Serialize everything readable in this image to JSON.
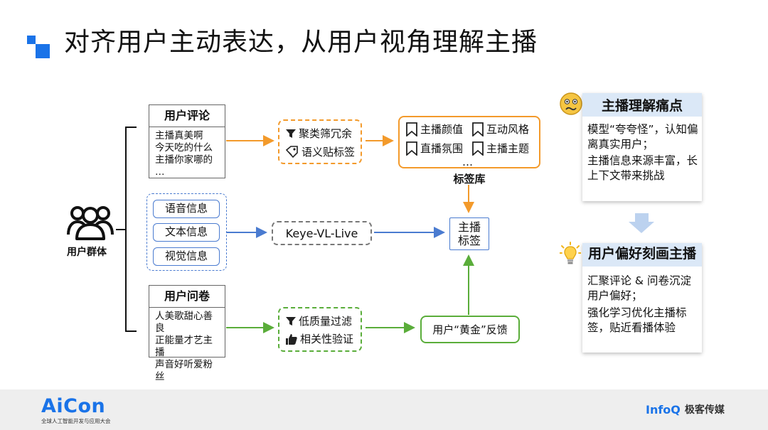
{
  "title": "对齐用户主动表达，从用户视角理解主播",
  "colors": {
    "orange": "#f39a2b",
    "blue": "#4a7bd0",
    "green": "#5aad3a",
    "gray": "#777777",
    "panel_head": "#dbe8f7",
    "accent": "#1a73e8"
  },
  "user_group": {
    "label": "用户群体",
    "icon": "users-icon"
  },
  "comments_box": {
    "title": "用户评论",
    "lines": [
      "主播真美啊",
      "今天吃的什么",
      "主播你家哪的",
      "…"
    ]
  },
  "info_tags": [
    "语音信息",
    "文本信息",
    "视觉信息"
  ],
  "survey_box": {
    "title": "用户问卷",
    "lines": [
      "人美歌甜心善良",
      "正能量才艺主播",
      "声音好听爱粉丝",
      "…"
    ]
  },
  "orange_process": [
    {
      "icon": "funnel-icon",
      "label": "聚类筛冗余"
    },
    {
      "icon": "tag-icon",
      "label": "语义贴标签"
    }
  ],
  "model_box": {
    "label": "Keye-VL-Live"
  },
  "green_process": [
    {
      "icon": "funnel-icon",
      "label": "低质量过滤"
    },
    {
      "icon": "thumbs-up-icon",
      "label": "相关性验证"
    }
  ],
  "tag_library": {
    "items": [
      "主播颜值",
      "互动风格",
      "直播氛围",
      "主播主题"
    ],
    "ellipsis": "…",
    "label": "标签库"
  },
  "streamer_tags": {
    "label": "主播\n标签"
  },
  "gold_feedback": {
    "label": "用户“黄金”反馈"
  },
  "pain_panel": {
    "icon": "worried-face-icon",
    "title": "主播理解痛点",
    "paragraphs": [
      "模型“夸夸怪”，认知偏离真实用户；",
      "主播信息来源丰富，长上下文带来挑战"
    ]
  },
  "pref_panel": {
    "icon": "lightbulb-icon",
    "title": "用户偏好刻画主播",
    "paragraphs": [
      "汇聚评论 & 问卷沉淀用户偏好；",
      "强化学习优化主播标签，贴近看播体验"
    ]
  },
  "footer": {
    "left_logo": "AiCon",
    "left_sub": "全球人工智能开发与应用大会",
    "right_logo_a": "InfoQ",
    "right_logo_b": "极客传媒"
  }
}
